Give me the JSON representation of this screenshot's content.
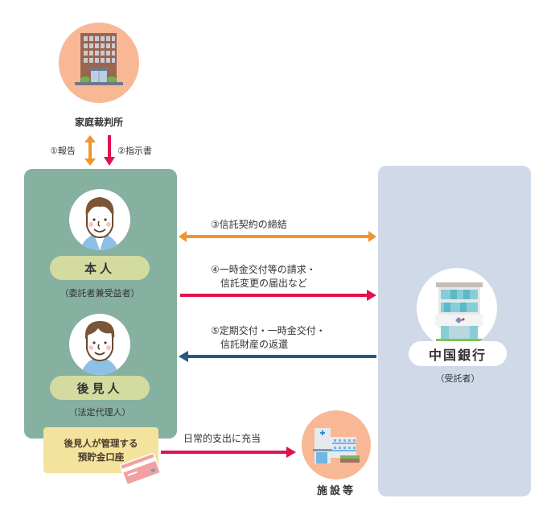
{
  "court": {
    "name": "家庭裁判所",
    "icon": "court-building-icon"
  },
  "court_arrows": {
    "report_label": "①報告",
    "instruction_label": "②指示書"
  },
  "principal": {
    "name": "本人",
    "role": "（委託者兼受益者）",
    "icon": "elderly-man-avatar-icon"
  },
  "guardian": {
    "name": "後見人",
    "role": "（法定代理人）",
    "icon": "man-avatar-icon"
  },
  "account_box": {
    "line1": "後見人が管理する",
    "line2": "預貯金口座",
    "icon": "bank-card-icon"
  },
  "flows": {
    "contract": "③信託契約の締結",
    "request_line1": "④一時金交付等の請求・",
    "request_line2": "信託変更の届出など",
    "payment_line1": "⑤定期交付・一時金交付・",
    "payment_line2": "信託財産の返還",
    "expense": "日常的支出に充当"
  },
  "bank": {
    "name": "中国銀行",
    "role": "（受託者）",
    "icon": "bank-building-icon"
  },
  "facility": {
    "name": "施設等",
    "icon": "hospital-facility-icon"
  },
  "colors": {
    "orange_arrow": "#f0962d",
    "pink_arrow": "#e0124f",
    "blue_arrow": "#27587f",
    "left_panel": "#86b0a0",
    "right_panel": "#d0d9e8",
    "peach_circle": "#f8b896",
    "pill_green": "#d3dba1",
    "note_yellow": "#f3e39d"
  }
}
